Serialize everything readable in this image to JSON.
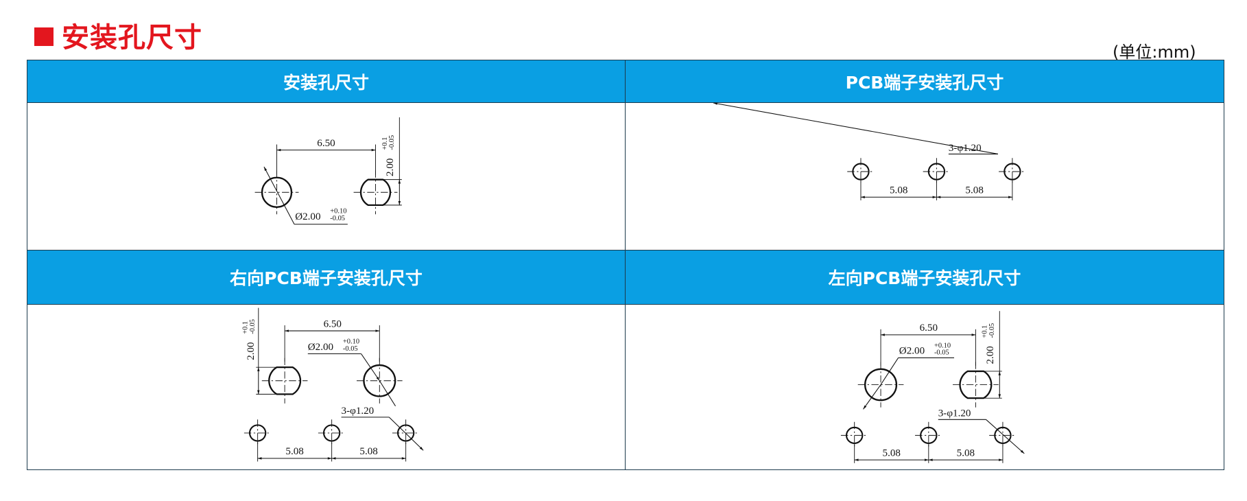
{
  "title": "安装孔尺寸",
  "unit": "(单位:mm)",
  "colors": {
    "title": "#e3161e",
    "header": "#0a9fe3",
    "border": "#1c3a4c"
  },
  "panels": [
    {
      "heading": "安装孔尺寸",
      "labels": {
        "pitch": "6.50",
        "hole_dia": "Ø2.00",
        "hole_tol_upper": "+0.10",
        "hole_tol_lower": "-0.05",
        "height": "2.00",
        "height_tol_upper": "+0.1",
        "height_tol_lower": "-0.05"
      }
    },
    {
      "heading": "PCB端子安装孔尺寸",
      "labels": {
        "pin_dia": "3-φ1.20",
        "pin_pitch_1": "5.08",
        "pin_pitch_2": "5.08"
      }
    },
    {
      "heading": "右向PCB端子安装孔尺寸",
      "labels": {
        "pitch": "6.50",
        "hole_dia": "Ø2.00",
        "hole_tol_upper": "+0.10",
        "hole_tol_lower": "-0.05",
        "height": "2.00",
        "height_tol_upper": "+0.1",
        "height_tol_lower": "-0.05",
        "pin_dia": "3-φ1.20",
        "pin_pitch_1": "5.08",
        "pin_pitch_2": "5.08"
      }
    },
    {
      "heading": "左向PCB端子安装孔尺寸",
      "labels": {
        "pitch": "6.50",
        "hole_dia": "Ø2.00",
        "hole_tol_upper": "+0.10",
        "hole_tol_lower": "-0.05",
        "height": "2.00",
        "height_tol_upper": "+0.1",
        "height_tol_lower": "-0.05",
        "pin_dia": "3-φ1.20",
        "pin_pitch_1": "5.08",
        "pin_pitch_2": "5.08"
      }
    }
  ]
}
